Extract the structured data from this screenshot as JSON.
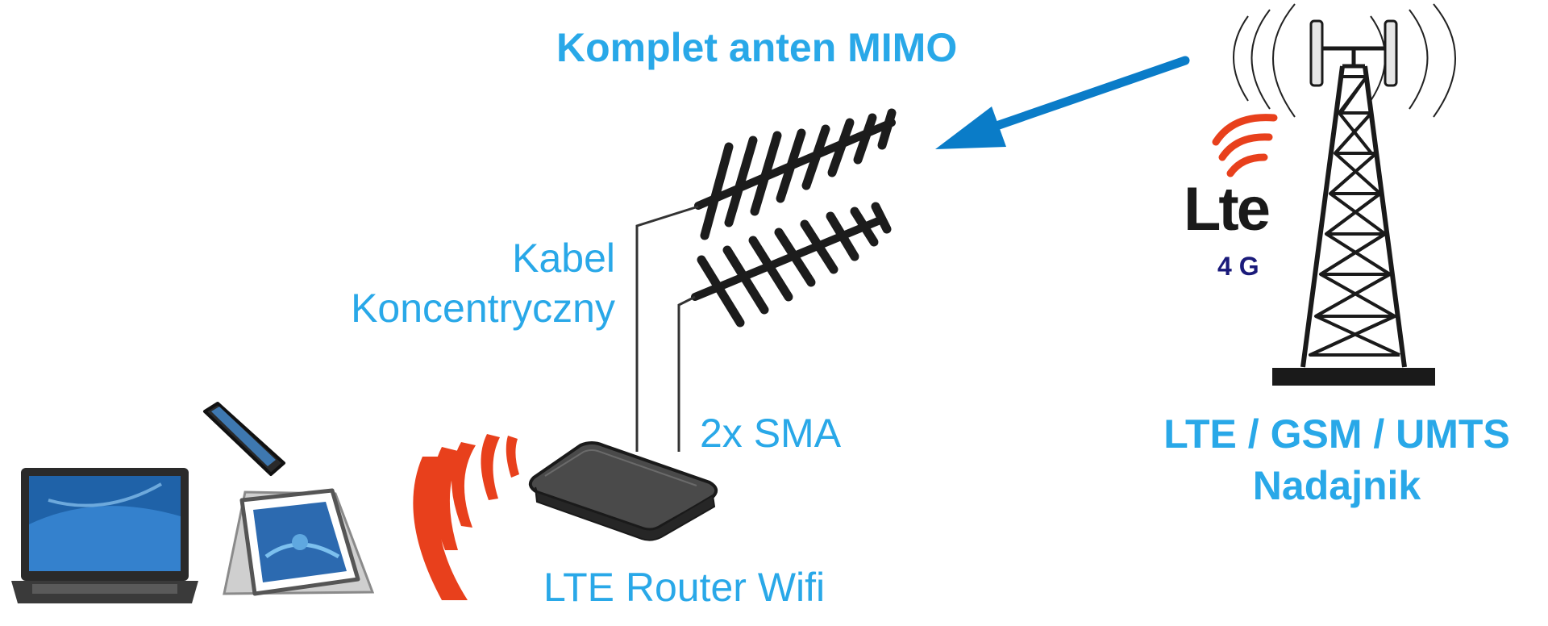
{
  "colors": {
    "label": "#29a8e8",
    "arrow": "#0a7cc8",
    "antenna": "#1c1c1c",
    "cable": "#333333",
    "signal_red": "#e8401c",
    "router_body": "#3c3c3c",
    "lte_logo": "#1a1a1a",
    "lte_4g": "#1a1a7a"
  },
  "labels": {
    "mimo": "Komplet anten MIMO",
    "cable_line1": "Kabel",
    "cable_line2": "Koncentryczny",
    "sma": "2x SMA",
    "router": "LTE Router Wifi",
    "transmitter_line1": "LTE / GSM / UMTS",
    "transmitter_line2": "Nadajnik"
  },
  "logo": {
    "lte_text": "Lte",
    "gen_text": "4 G"
  },
  "icons": {
    "tower": "cell-tower-icon",
    "antenna": "yagi-antenna-icon",
    "router": "wifi-router-icon",
    "laptop": "laptop-icon",
    "phone": "smartphone-icon",
    "tablet": "tablet-icon",
    "signal": "wifi-signal-icon",
    "arrow": "arrow-left-icon"
  }
}
